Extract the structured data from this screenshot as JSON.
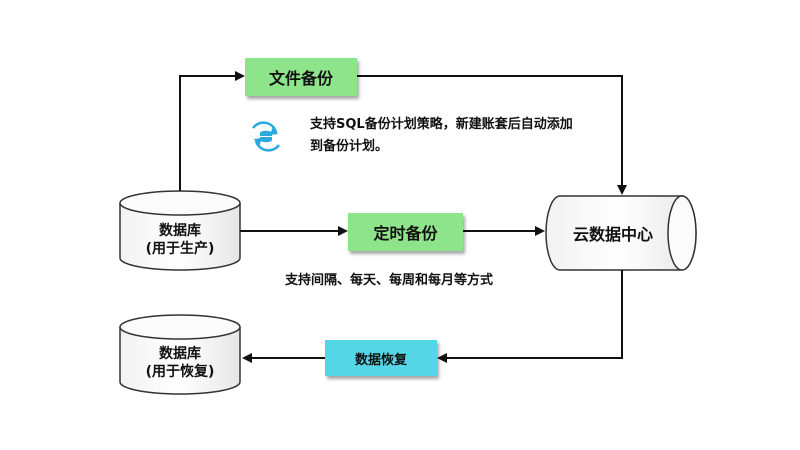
{
  "nodes": {
    "file_backup": "文件备份",
    "scheduled_backup": "定时备份",
    "data_restore": "数据恢复",
    "cloud_center": "云数据中心",
    "db_production": {
      "line1": "数据库",
      "line2": "(用于生产)"
    },
    "db_restore": {
      "line1": "数据库",
      "line2": "(用于恢复)"
    }
  },
  "notes": {
    "sql_policy_line1": "支持SQL备份计划策略，新建账套后自动添加",
    "sql_policy_line2": "到备份计划。",
    "schedule_modes": "支持间隔、每天、每周和每月等方式"
  },
  "colors": {
    "green_box": "#8ee48a",
    "cyan_box": "#55d6e6",
    "icon_blue": "#2aa8e0"
  },
  "icons": {
    "sql_policy": "sync-database-icon"
  }
}
